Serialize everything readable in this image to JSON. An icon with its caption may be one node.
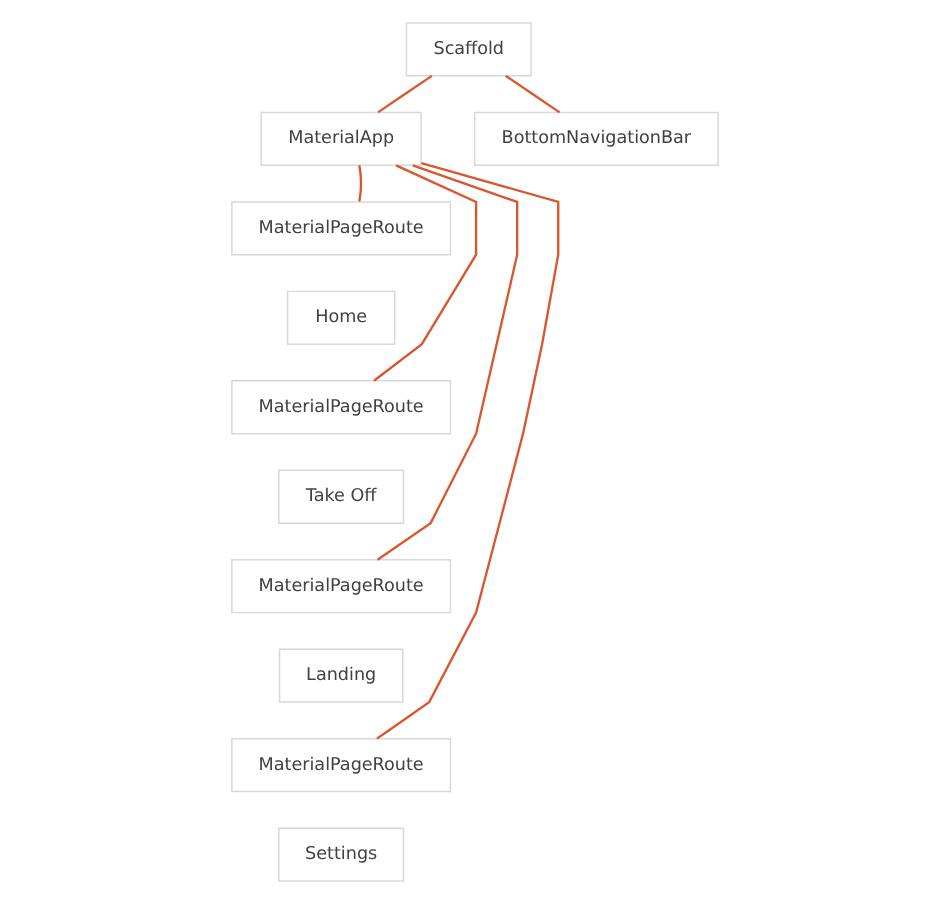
{
  "diagram": {
    "nodes": [
      {
        "text": [
          "Scaffold"
        ]
      },
      {
        "text": [
          "MaterialApp"
        ]
      },
      {
        "text": [
          "BottomNavigationBar"
        ]
      },
      {
        "text": [
          "MaterialPageRoute"
        ]
      },
      {
        "text": [
          "Home"
        ]
      },
      {
        "text": [
          "MaterialPageRoute"
        ]
      },
      {
        "text": [
          "Take Off"
        ]
      },
      {
        "text": [
          "MaterialPageRoute"
        ]
      },
      {
        "text": [
          "Landing"
        ]
      },
      {
        "text": [
          "MaterialPageRoute"
        ]
      },
      {
        "text": [
          "Settings"
        ]
      }
    ],
    "edges": [
      {
        "from": 0,
        "to": 1,
        "arrow": "none"
      },
      {
        "from": 0,
        "to": 2,
        "arrow": "none"
      },
      {
        "from": 1,
        "to": 3,
        "arrow": "none"
      },
      {
        "from": 1,
        "to": 5,
        "arrow": "none"
      },
      {
        "from": 1,
        "to": 7,
        "arrow": "none"
      },
      {
        "from": 1,
        "to": 9,
        "arrow": "none"
      }
    ]
  }
}
